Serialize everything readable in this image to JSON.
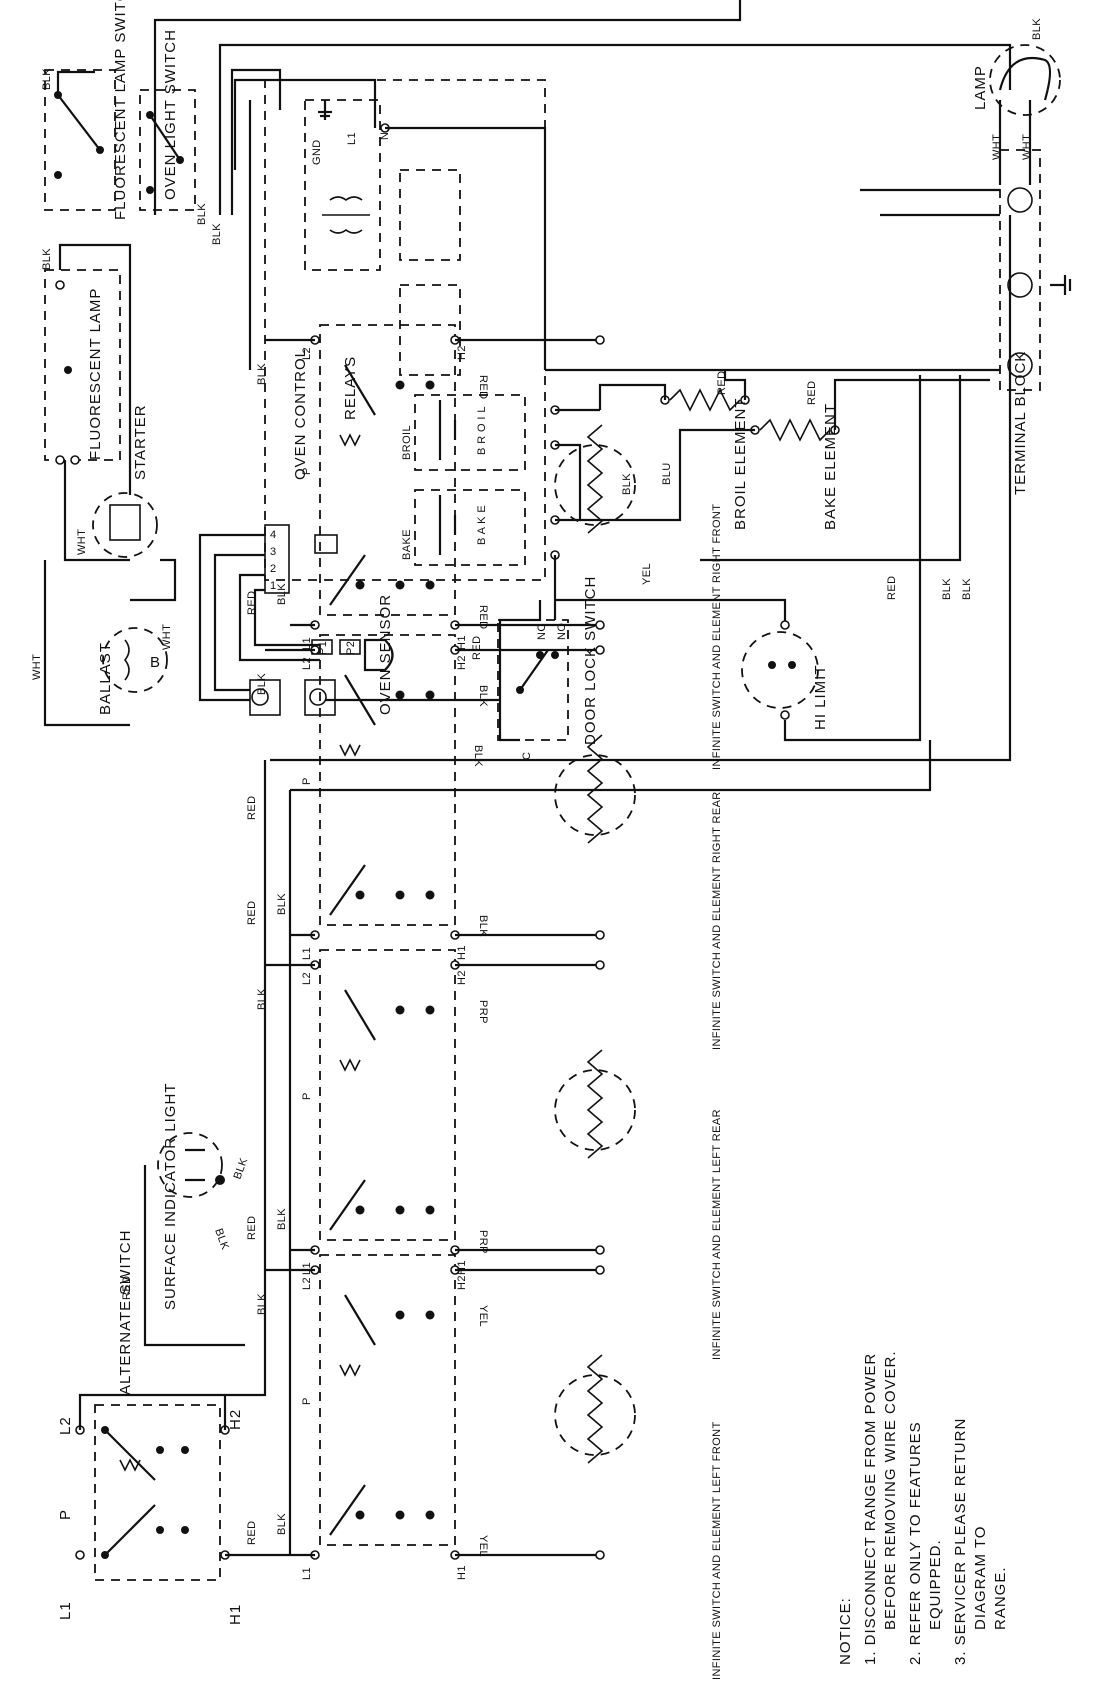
{
  "outer_top": {
    "fluorescent_lamp_switch": "FLUORESCENT LAMP SWITCH",
    "oven_light_switch": "OVEN LIGHT SWITCH",
    "fluorescent_lamp": "FLUORESCENT LAMP",
    "starter": "STARTER",
    "ballast": "BALLAST",
    "ballast_b": "B",
    "oven_control": "OVEN CONTROL",
    "relays": "RELAYS",
    "broil": "BROIL",
    "bake": "BAKE",
    "broil_relay_letters": "B R O I L",
    "bake_relay_letters": "B A K E",
    "gnd": "GND",
    "l1_ctrl": "L1",
    "n_ctrl": "N",
    "oven_sensor": "OVEN SENSOR",
    "door_lock_switch": "DOOR LOCK SWITCH",
    "nc": "NC",
    "no": "NO",
    "c": "C",
    "broil_element": "BROIL ELEMENT",
    "bake_element": "BAKE ELEMENT",
    "hi_limit": "HI LIMIT",
    "terminal_block": "TERMINAL BLOCK",
    "lamp": "LAMP",
    "conn_1": "1",
    "conn_2": "2",
    "conn_3": "3",
    "conn_4": "4",
    "conn_p1": "P1",
    "conn_p2": "P2"
  },
  "wire_labels": {
    "blk": "BLK",
    "wht": "WHT",
    "red": "RED",
    "blu": "BLU",
    "yel": "YEL",
    "prp": "PRP"
  },
  "surface": {
    "alternate_switch": "ALTERNATE SWITCH",
    "surface_indicator_light": "SURFACE INDICATOR LIGHT",
    "term_l1": "L1",
    "term_l2": "L2",
    "term_p": "P",
    "term_h1": "H1",
    "term_h2": "H2",
    "elements": [
      "INFINITE SWITCH AND ELEMENT LEFT FRONT",
      "INFINITE SWITCH AND ELEMENT LEFT REAR",
      "INFINITE SWITCH AND ELEMENT RIGHT REAR",
      "INFINITE SWITCH AND ELEMENT RIGHT FRONT"
    ]
  },
  "notice": {
    "title": "NOTICE:",
    "items": [
      "1. DISCONNECT RANGE FROM POWER",
      "BEFORE REMOVING WIRE COVER.",
      "2. REFER ONLY TO FEATURES",
      "EQUIPPED.",
      "3. SERVICER PLEASE RETURN",
      "DIAGRAM TO",
      "RANGE."
    ]
  }
}
